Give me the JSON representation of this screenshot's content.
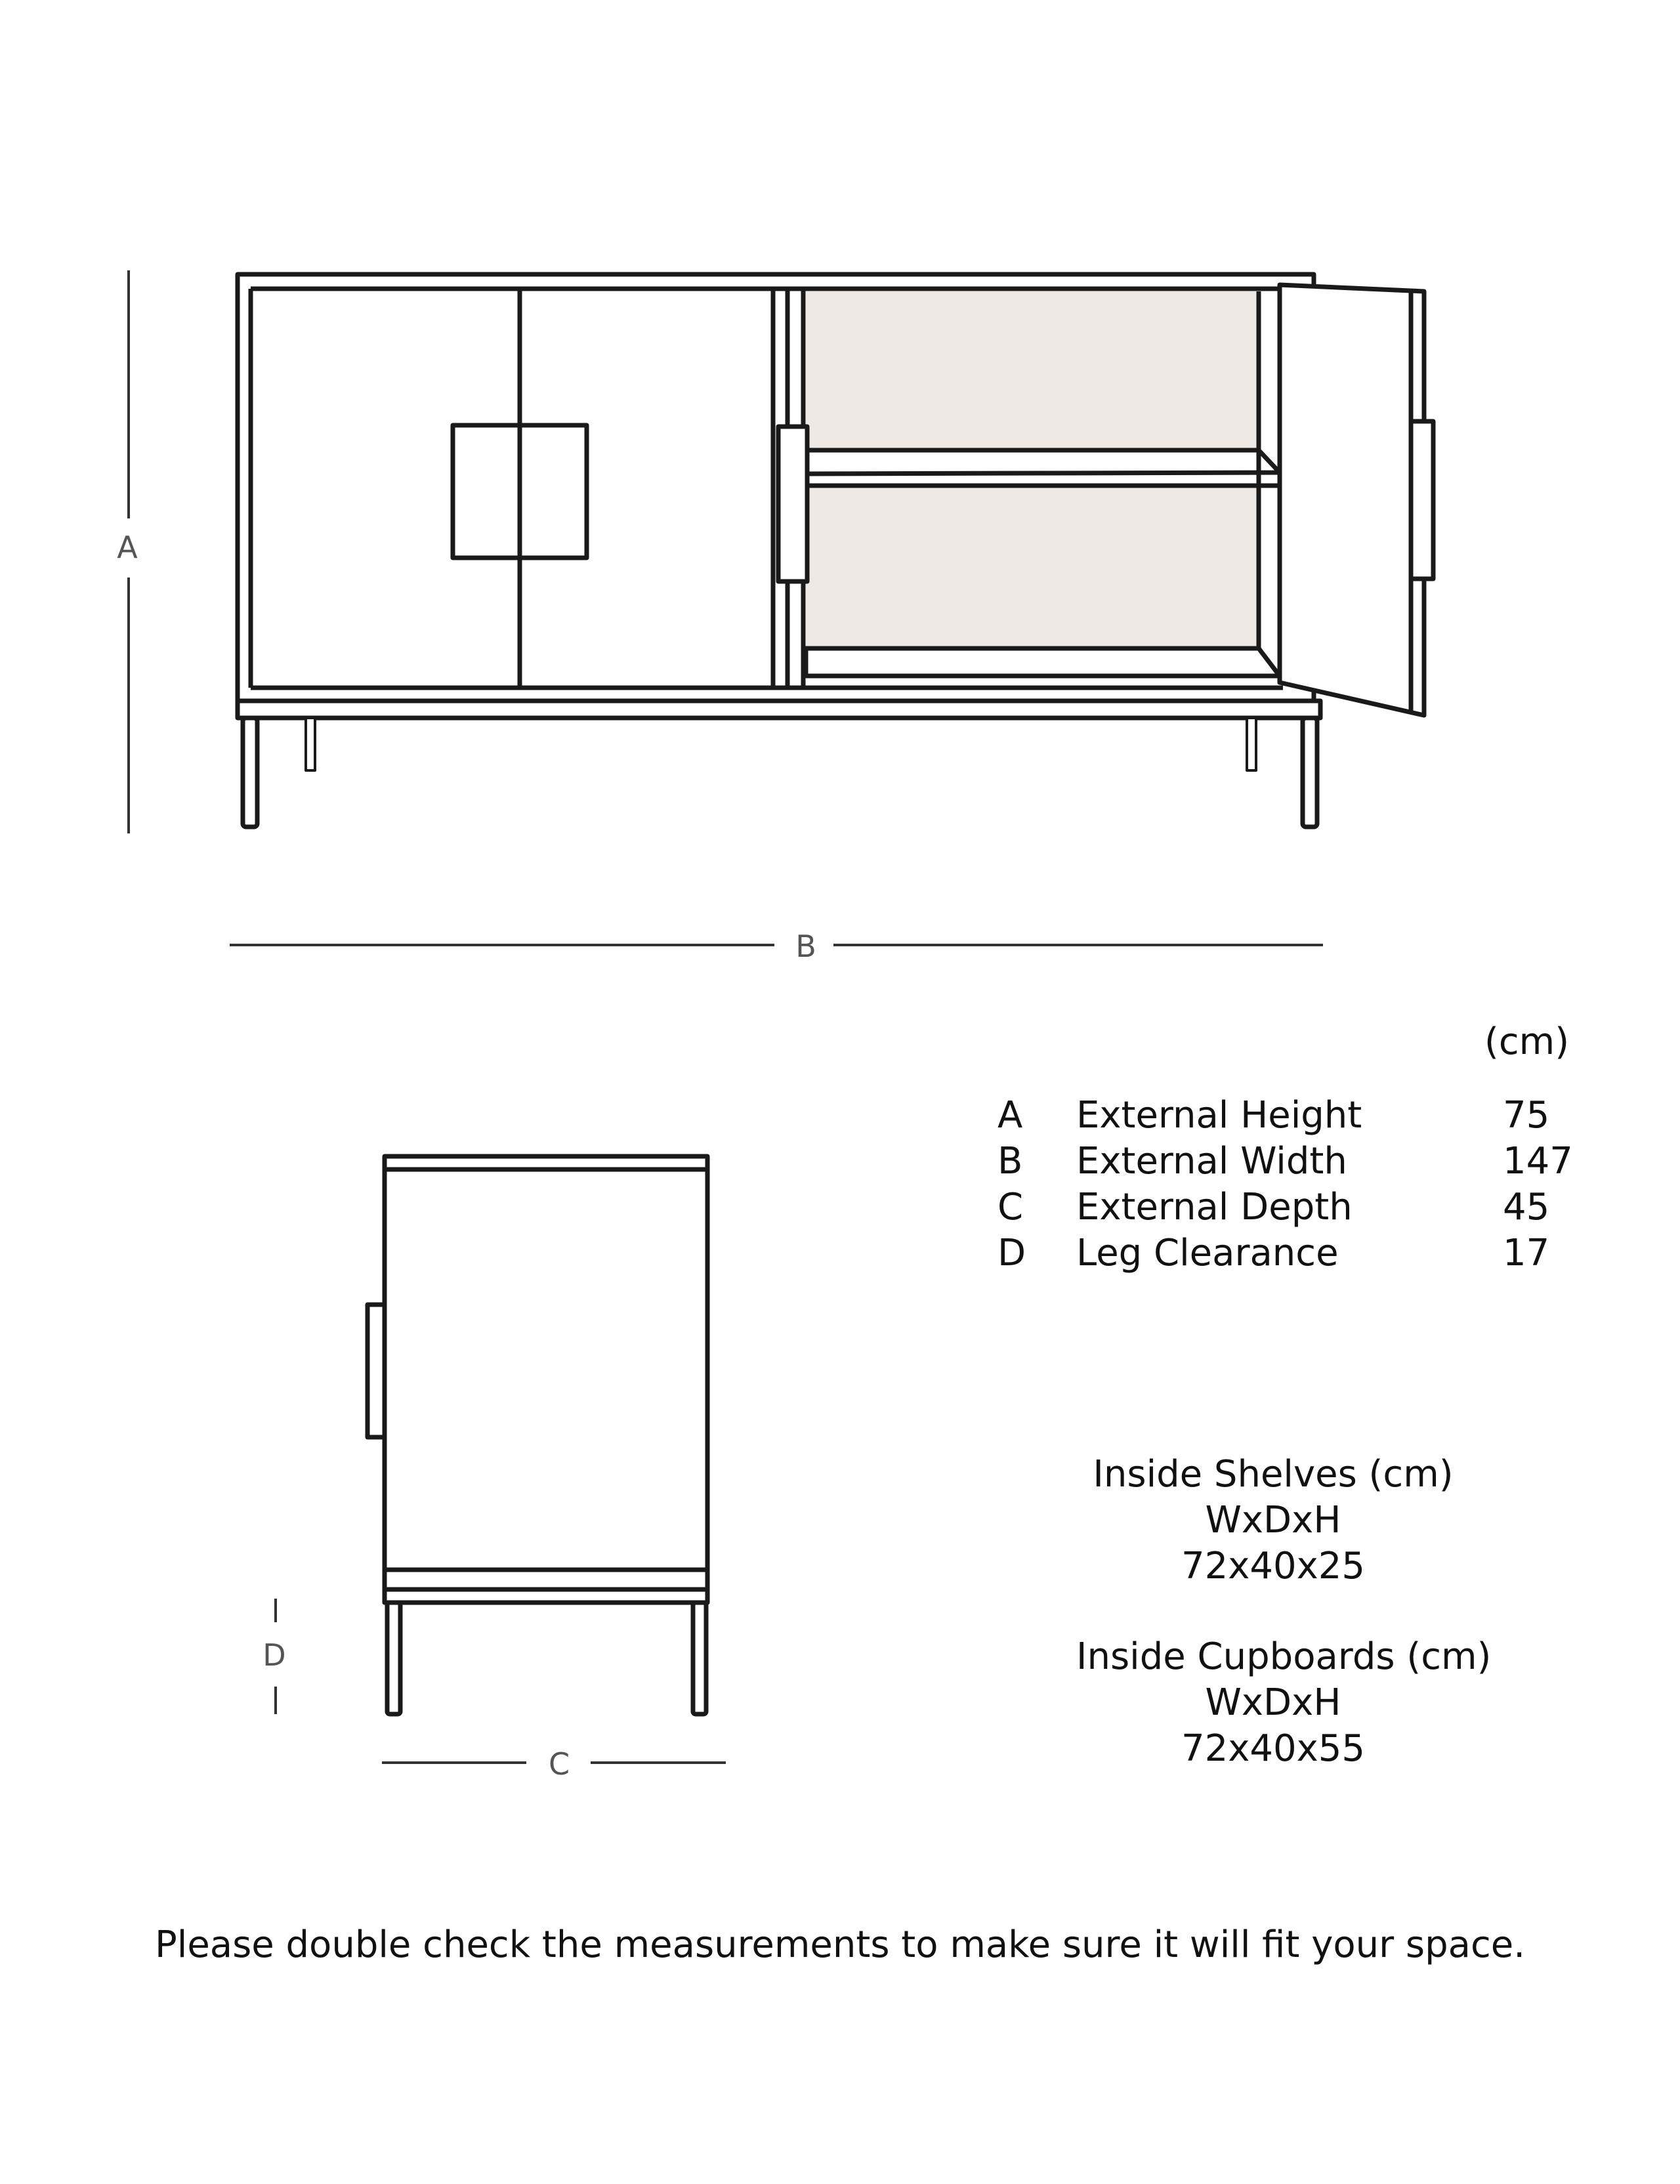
{
  "dimension_letters": {
    "height": "A",
    "width": "B",
    "depth": "C",
    "leg_clearance": "D"
  },
  "specs": {
    "unit": "(cm)",
    "rows": [
      {
        "key": "A",
        "label": "External Height",
        "value": "75"
      },
      {
        "key": "B",
        "label": "External Width",
        "value": "147"
      },
      {
        "key": "C",
        "label": "External Depth",
        "value": "45"
      },
      {
        "key": "D",
        "label": "Leg Clearance",
        "value": "17"
      }
    ]
  },
  "inside_shelves": {
    "title": "Inside Shelves (cm)",
    "format": "WxDxH",
    "dims": "72x40x25"
  },
  "inside_cupboards": {
    "title": "Inside Cupboards (cm)",
    "format": "WxDxH",
    "dims": "72x40x55"
  },
  "footer": "Please double check the measurements to make sure it will fit your space.",
  "colors": {
    "line": "#1a1a1a",
    "dimension_line": "#333333",
    "interior_fill": "#efe9e6"
  }
}
